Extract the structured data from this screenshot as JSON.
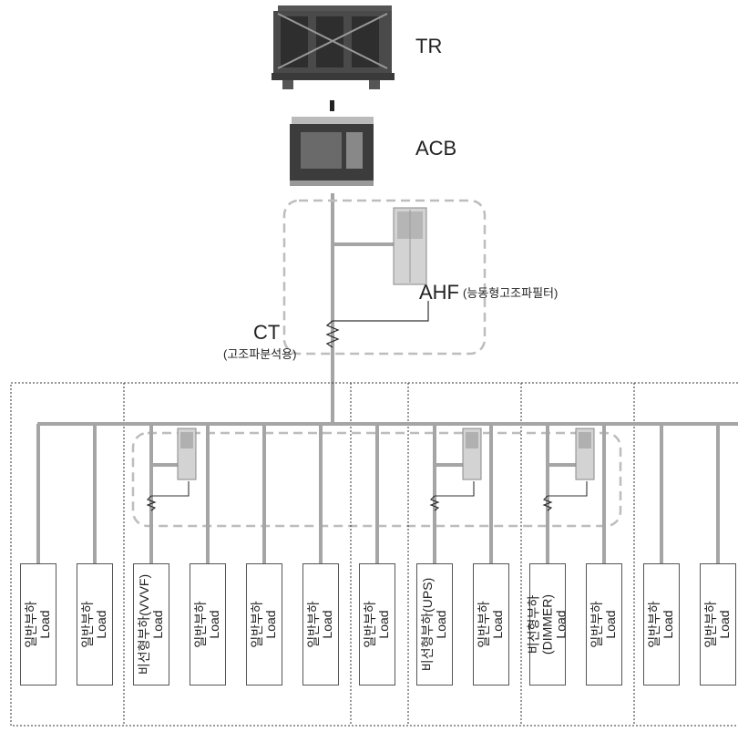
{
  "equipment": {
    "transformer": "TR",
    "breaker": "ACB",
    "filter_main": "AHF",
    "filter_note": "(능동형고조파필터)",
    "ct_main": "CT",
    "ct_note": "(고조파분석용)"
  },
  "loads": [
    {
      "korean": "일반부하",
      "english": "Load"
    },
    {
      "korean": "일반부하",
      "english": "Load"
    },
    {
      "korean": "비선형부하(VVVF)",
      "english": "Load"
    },
    {
      "korean": "일반부하",
      "english": "Load"
    },
    {
      "korean": "일반부하",
      "english": "Load"
    },
    {
      "korean": "일반부하",
      "english": "Load"
    },
    {
      "korean": "일반부하",
      "english": "Load"
    },
    {
      "korean": "비선형부하(UPS)",
      "english": "Load"
    },
    {
      "korean": "일반부하",
      "english": "Load"
    },
    {
      "korean": "비선형부하(DIMMER)",
      "english": "Load"
    },
    {
      "korean": "일반부하",
      "english": "Load"
    },
    {
      "korean": "일반부하",
      "english": "Load"
    },
    {
      "korean": "일반부하",
      "english": "Load"
    }
  ]
}
